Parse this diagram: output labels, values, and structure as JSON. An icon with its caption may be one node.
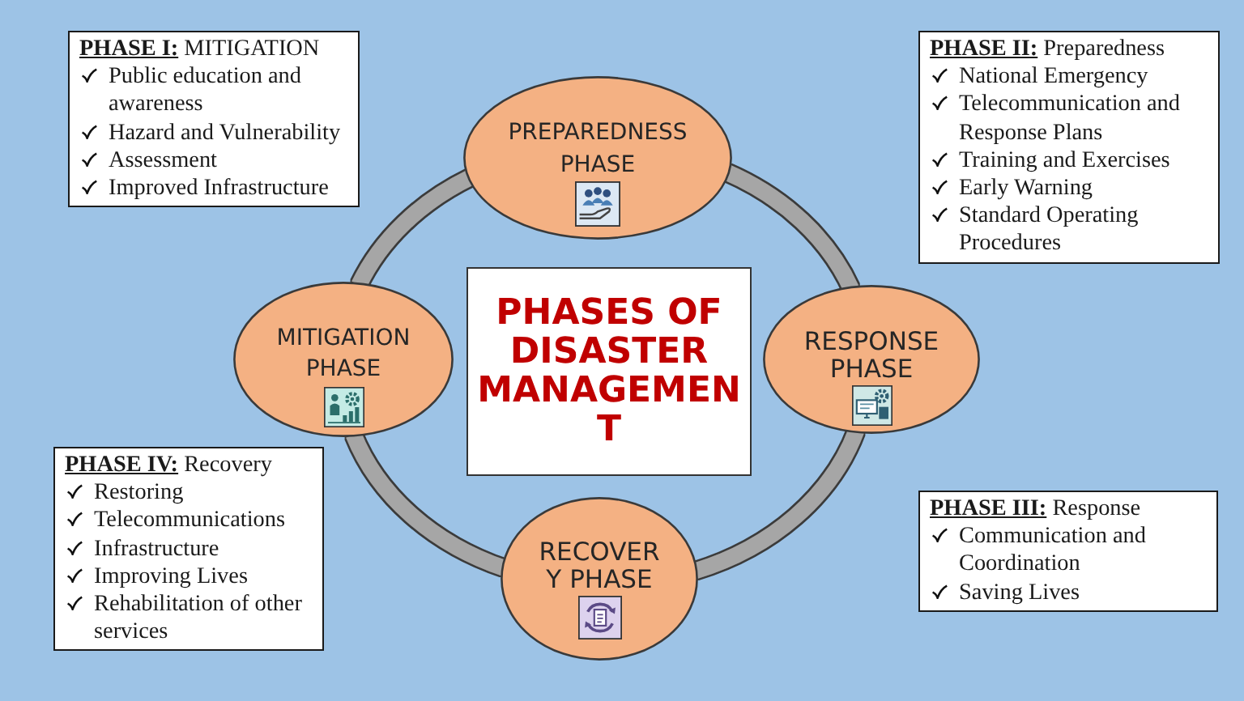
{
  "diagram": {
    "nodes": [
      {
        "text": [
          "**PHASE I:** MITIGATION",
          "Public education and awareness",
          "Hazard and Vulnerability",
          "Assessment",
          "Improved Infrastructure"
        ]
      },
      {
        "text": [
          "PREPAREDNESS PHASE"
        ]
      },
      {
        "text": [
          "**PHASE II:** Preparedness",
          "National Emergency",
          "Telecommunication and Response Plans",
          "Training and Exercises",
          "Early Warning",
          "Standard Operating Procedures"
        ]
      },
      {
        "text": [
          "MITIGATION PHASE"
        ]
      },
      {
        "text": [
          "PHASES OF DISASTER MANAGEMENT"
        ]
      },
      {
        "text": [
          "RESPONSE PHASE"
        ]
      },
      {
        "text": [
          "**PHASE IV:** Recovery",
          "Restoring",
          "Telecommunications",
          "Infrastructure",
          "Improving Lives",
          "Rehabilitation of other services"
        ]
      },
      {
        "text": [
          "RECOVERY PHASE"
        ]
      },
      {
        "text": [
          "**PHASE III:** Response",
          "Communication and Coordination",
          "Saving Lives"
        ]
      }
    ],
    "edges": [
      {
        "from": 1,
        "to": 5,
        "arrow": "none"
      },
      {
        "from": 5,
        "to": 7,
        "arrow": "none"
      },
      {
        "from": 7,
        "to": 3,
        "arrow": "none"
      },
      {
        "from": 3,
        "to": 1,
        "arrow": "none"
      }
    ]
  }
}
